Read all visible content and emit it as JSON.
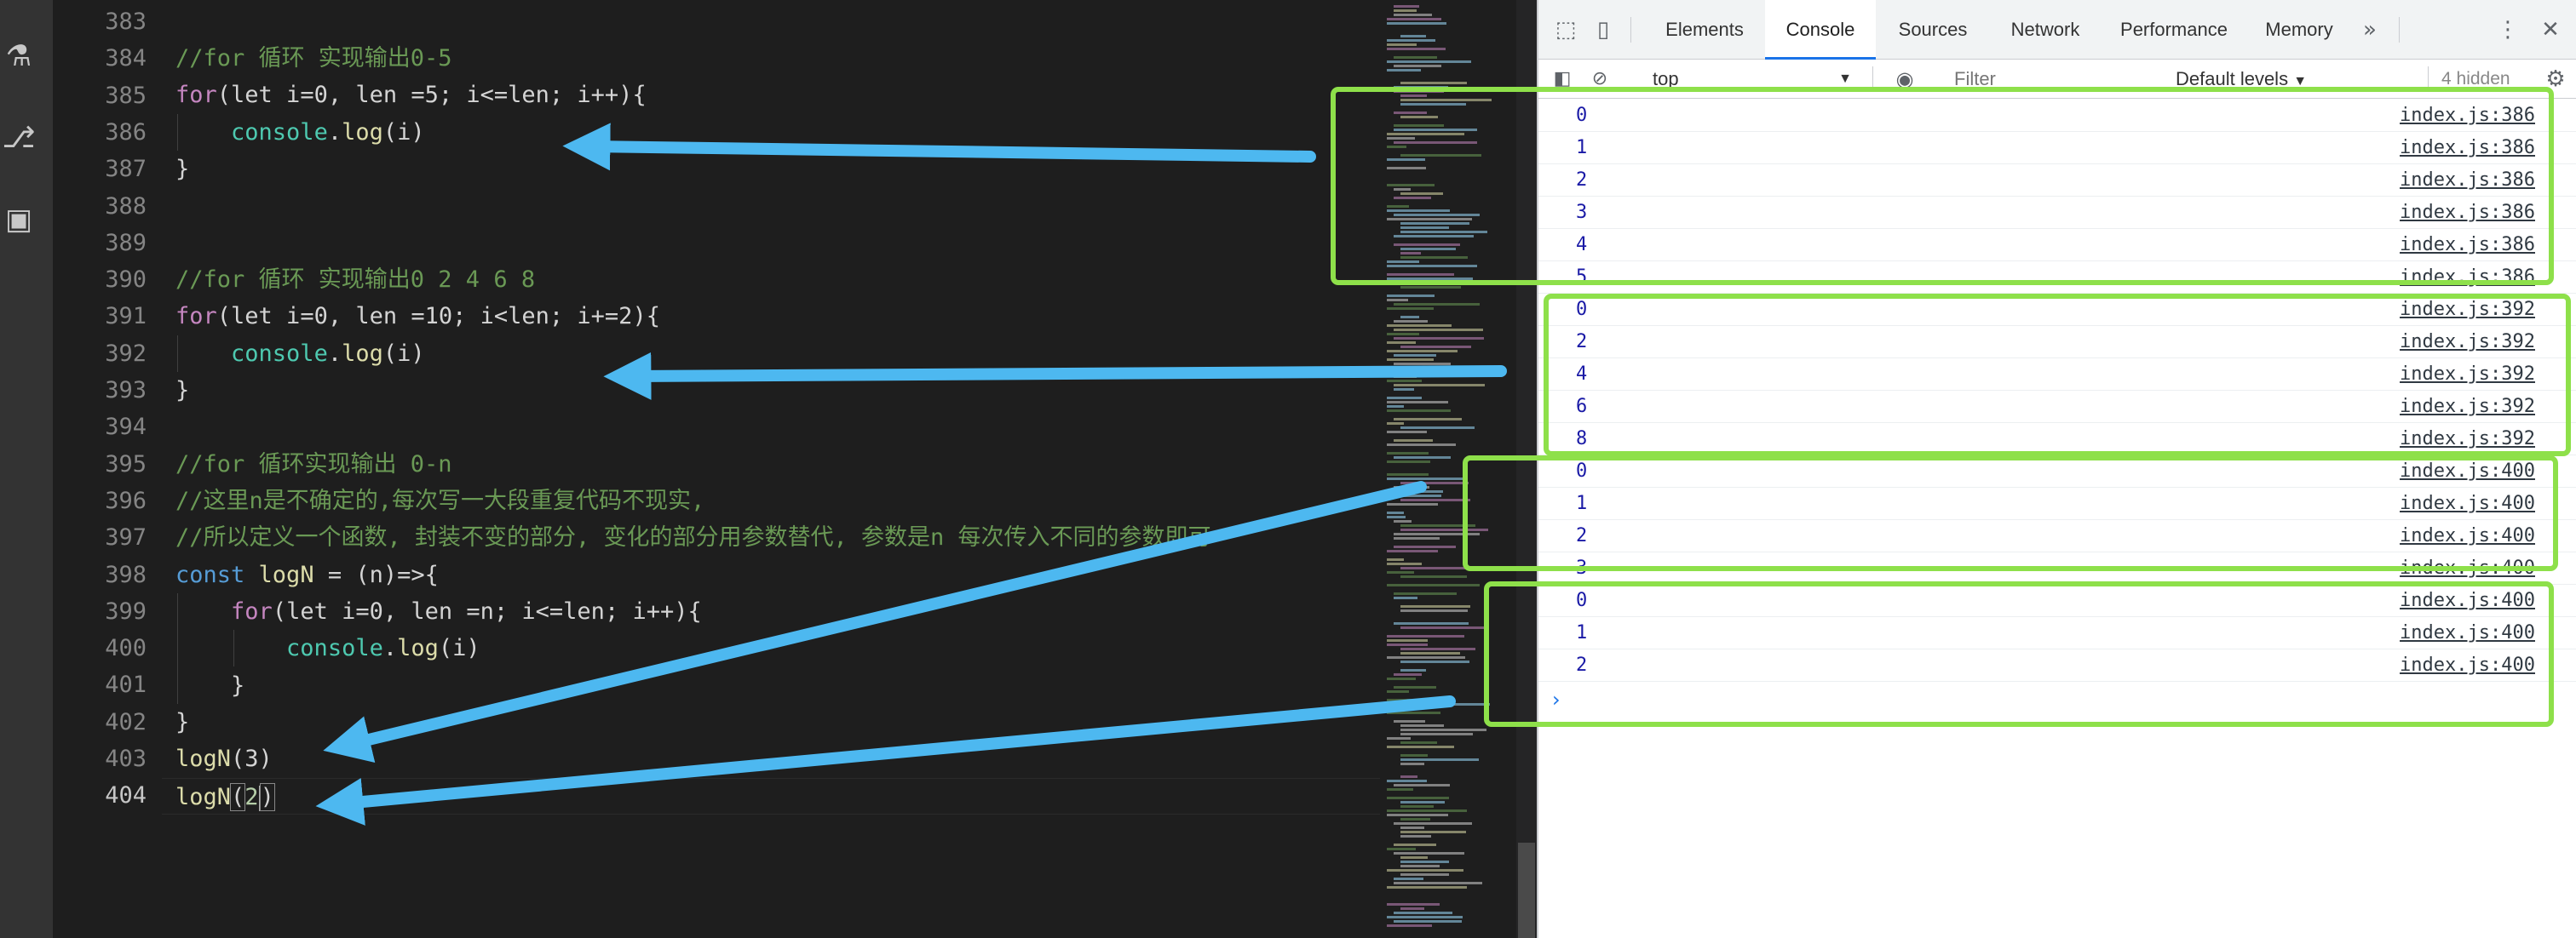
{
  "editor": {
    "line_numbers": [
      "383",
      "384",
      "385",
      "386",
      "387",
      "388",
      "389",
      "390",
      "391",
      "392",
      "393",
      "394",
      "395",
      "396",
      "397",
      "398",
      "399",
      "400",
      "401",
      "402",
      "403",
      "404"
    ],
    "comments": {
      "c384": "//for 循环 实现输出0-5",
      "c390": "//for 循环 实现输出0 2 4 6 8",
      "c395": "//for 循环实现输出 0-n",
      "c396": "//这里n是不确定的,每次写一大段重复代码不现实,",
      "c397": "//所以定义一个函数, 封装不变的部分, 变化的部分用参数替代, 参数是n 每次传入不同的参数即可"
    },
    "tokens": {
      "for": "for",
      "let": "let",
      "const": "const",
      "console": "console",
      "log": "log",
      "logN": "logN",
      "i": "i",
      "len": "len",
      "n": "n",
      "loop1": "(let i=0, len =5; i<=len; i++){",
      "loop2": "(let i=0, len =10; i<len; i+=2){",
      "loop3": "(let i=0, len =n; i<=len; i++){",
      "call_i": "(i)",
      "close": "}",
      "logN_decl_rest": " = (n)=>{",
      "call3": "(3)",
      "call2_open": "(",
      "call2_arg": "2",
      "call2_close": ")"
    },
    "activity_icons": [
      "flask-icon",
      "git-icon",
      "docker-icon"
    ]
  },
  "devtools": {
    "tabs": [
      {
        "label": "Elements",
        "active": false
      },
      {
        "label": "Console",
        "active": true
      },
      {
        "label": "Sources",
        "active": false
      },
      {
        "label": "Network",
        "active": false
      },
      {
        "label": "Performance",
        "active": false
      },
      {
        "label": "Memory",
        "active": false
      }
    ],
    "more_tabs_label": "»",
    "toolbar": {
      "context": "top",
      "filter_placeholder": "Filter",
      "levels": "Default levels",
      "hidden": "4 hidden"
    },
    "console_rows": [
      {
        "value": "0",
        "source": "index.js:386"
      },
      {
        "value": "1",
        "source": "index.js:386"
      },
      {
        "value": "2",
        "source": "index.js:386"
      },
      {
        "value": "3",
        "source": "index.js:386"
      },
      {
        "value": "4",
        "source": "index.js:386"
      },
      {
        "value": "5",
        "source": "index.js:386"
      },
      {
        "value": "0",
        "source": "index.js:392"
      },
      {
        "value": "2",
        "source": "index.js:392"
      },
      {
        "value": "4",
        "source": "index.js:392"
      },
      {
        "value": "6",
        "source": "index.js:392"
      },
      {
        "value": "8",
        "source": "index.js:392"
      },
      {
        "value": "0",
        "source": "index.js:400"
      },
      {
        "value": "1",
        "source": "index.js:400"
      },
      {
        "value": "2",
        "source": "index.js:400"
      },
      {
        "value": "3",
        "source": "index.js:400"
      },
      {
        "value": "0",
        "source": "index.js:400"
      },
      {
        "value": "1",
        "source": "index.js:400"
      },
      {
        "value": "2",
        "source": "index.js:400"
      }
    ],
    "prompt_symbol": "›"
  },
  "colors": {
    "annotation_box": "#8ee04a",
    "annotation_arrow": "#4db8f0",
    "editor_bg": "#1e1e1e",
    "devtools_accent": "#1a73e8"
  }
}
